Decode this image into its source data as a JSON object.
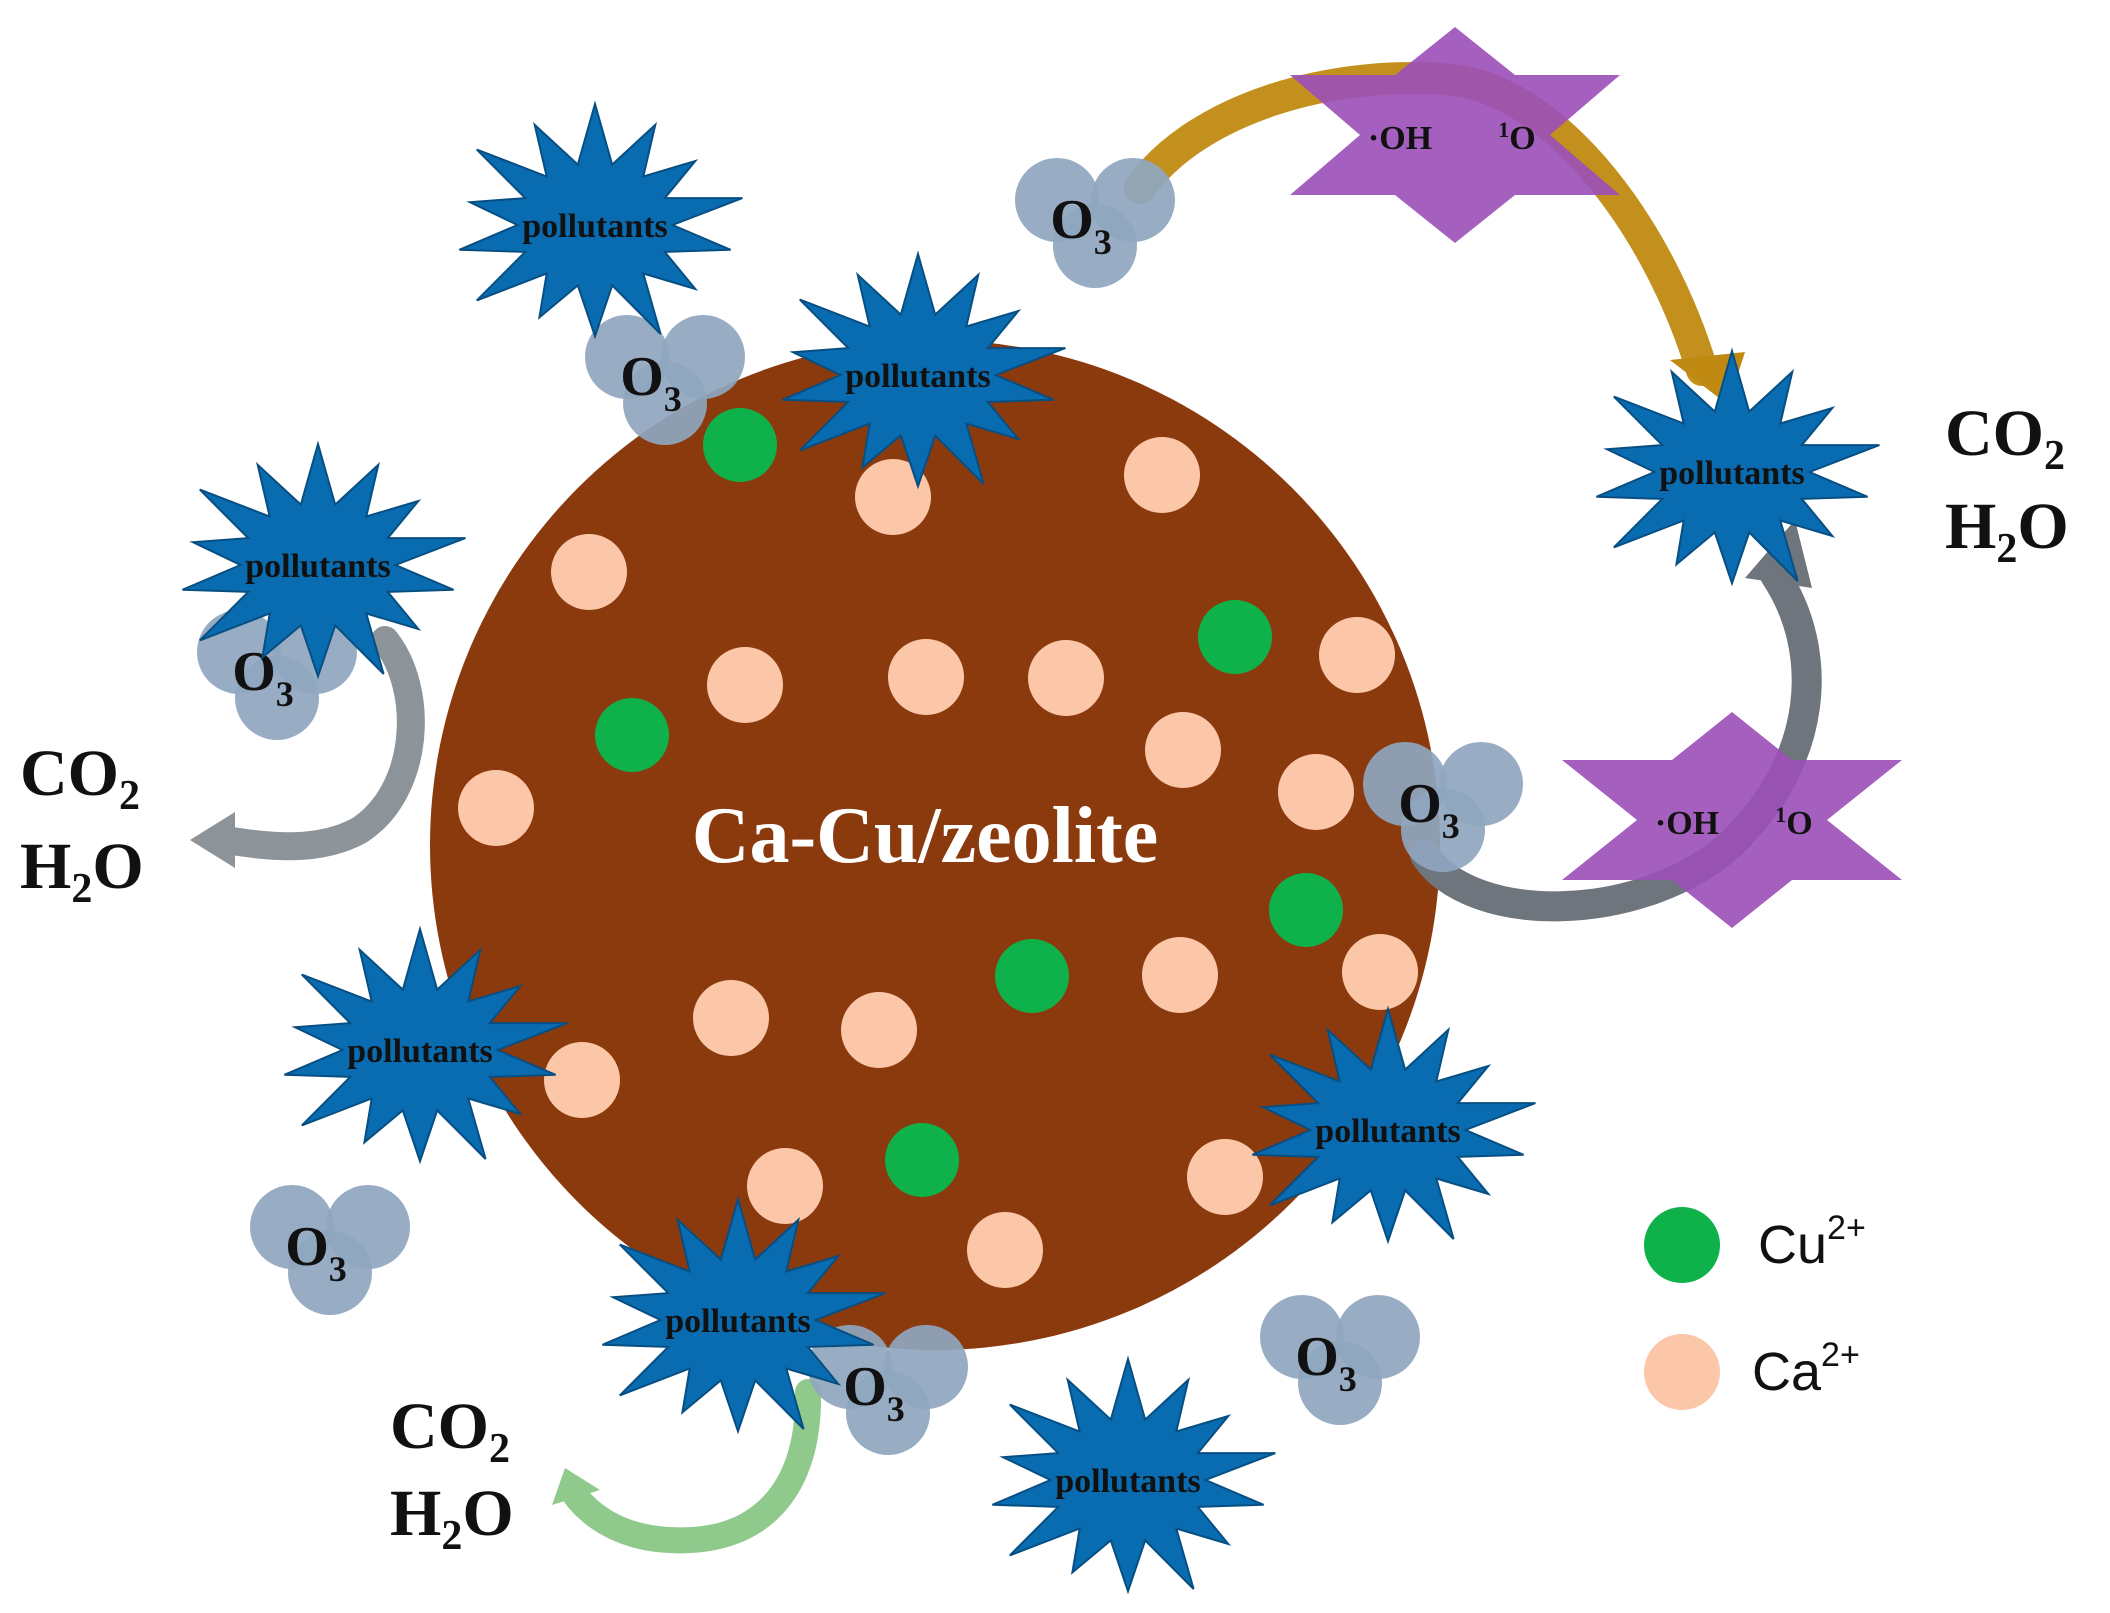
{
  "particle": {
    "label": "Ca-Cu/zeolite",
    "color": "#8b3a0e",
    "label_color": "#ffffff"
  },
  "legend": {
    "cu": {
      "label": "Cu",
      "sup": "2+",
      "color": "#0fb24a"
    },
    "ca": {
      "label": "Ca",
      "sup": "2+",
      "color": "#fcc7a8"
    }
  },
  "labels": {
    "pollutant": "pollutants",
    "ozone_main": "O",
    "ozone_sub": "3",
    "hydroxyl": "·OH",
    "singlet_sup": "1",
    "singlet": "O",
    "co2_main": "CO",
    "co2_sub": "2",
    "h2o_h": "H",
    "h2o_sub": "2",
    "h2o_o": "O"
  },
  "colors": {
    "pollutant": "#0a6cb0",
    "pollutant_stroke": "#074e82",
    "ozone": "#8fa6bf",
    "radical": "#9b4fb8",
    "arrow_gold": "#c08a12",
    "arrow_gray": "#7c858d",
    "arrow_green": "#8fca8c",
    "text_dark": "#111111"
  }
}
